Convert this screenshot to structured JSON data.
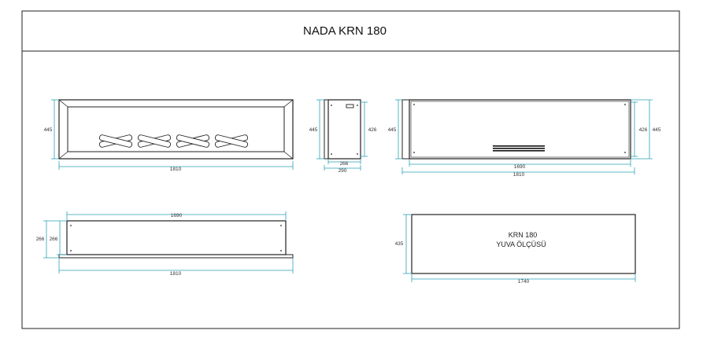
{
  "title": "NADA KRN 180",
  "colors": {
    "line": "#222222",
    "dimension": "#2aa3b8",
    "background": "#ffffff"
  },
  "front_view": {
    "height_label": "445",
    "width_label": "1810"
  },
  "side_view": {
    "left_height_label": "445",
    "right_height_label": "426",
    "inner_width_label": "266",
    "outer_width_label": "290"
  },
  "back_view": {
    "left_height_label": "445",
    "right_inner_height_label": "426",
    "right_outer_height_label": "445",
    "inner_width_label": "1690",
    "outer_width_label": "1810"
  },
  "top_view": {
    "outer_depth_label": "266",
    "inner_depth_label": "266",
    "top_width_label": "1690",
    "bottom_width_label": "1810"
  },
  "niche": {
    "title": "KRN 180",
    "subtitle": "YUVA  ÖLÇÜSÜ",
    "height_label": "435",
    "width_label": "1740"
  }
}
